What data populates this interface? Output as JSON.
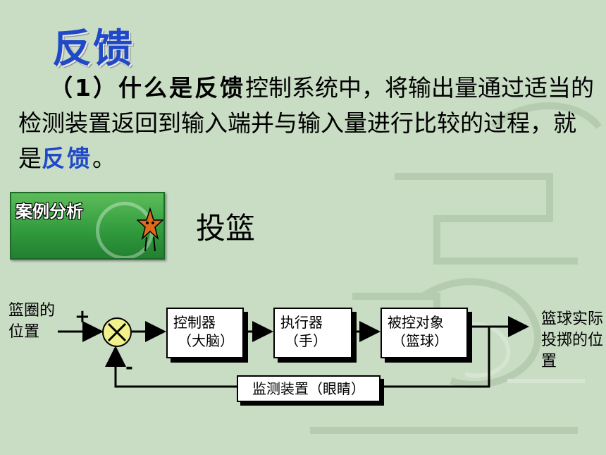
{
  "title": "反馈",
  "paragraph": {
    "lead": "（1）什么是反馈",
    "body": "控制系统中，将输出量通过适当的检测装置返回到输入端并与输入量进行比较的过程，就是",
    "highlight": "反馈",
    "end": "。"
  },
  "badge": {
    "label": "案例分析"
  },
  "subtitle": "投篮",
  "diagram": {
    "input_label": "篮圈的位置",
    "output_label": "篮球实际投掷的位置",
    "plus_sign": "+",
    "minus_sign": "-",
    "blocks": [
      {
        "line1": "控制器",
        "line2": "（大脑）"
      },
      {
        "line1": "执行器",
        "line2": "（手）"
      },
      {
        "line1": "被控对象",
        "line2": "（篮球）"
      }
    ],
    "feedback": "监测装置（眼睛）"
  },
  "colors": {
    "accent": "#1f49c8",
    "background": "#c9dcc4",
    "badge_green": "#2f9a3c",
    "junction": "#f1f08a"
  }
}
